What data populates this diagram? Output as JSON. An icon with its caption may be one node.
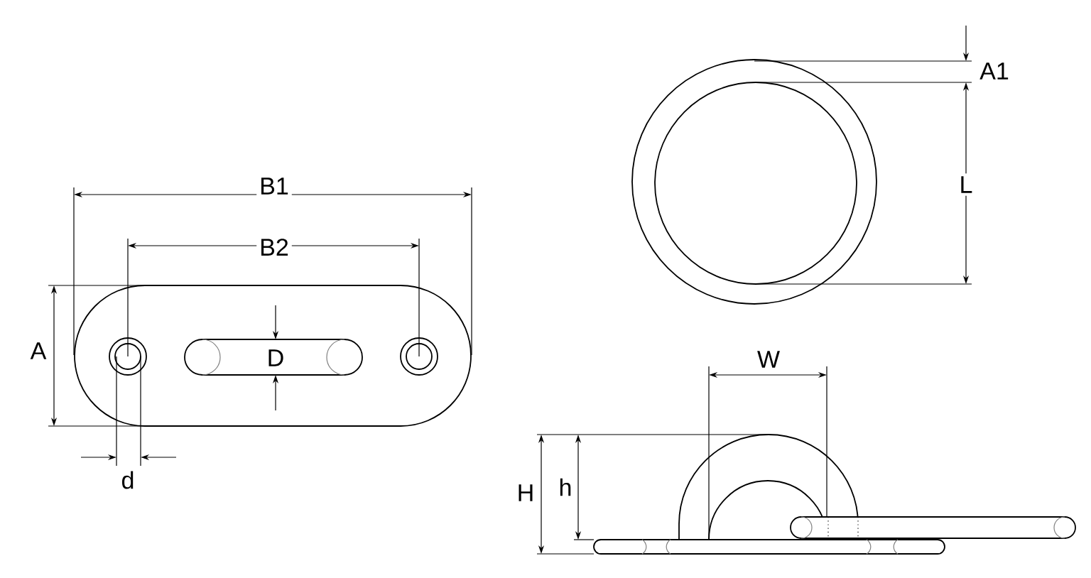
{
  "diagram": {
    "labels": [
      "A1",
      "B1",
      "L",
      "B2",
      "A",
      "D",
      "W",
      "d",
      "H",
      "h"
    ]
  }
}
